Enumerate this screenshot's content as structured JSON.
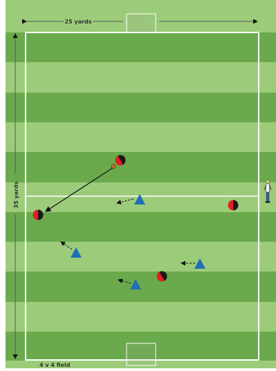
{
  "labels": {
    "width": "25 yards",
    "length": "35 yards",
    "caption": "4 v 4 field"
  },
  "colors": {
    "stripe_dark": "#6aaa4d",
    "stripe_light": "#9ccc7a",
    "line": "#ffffff",
    "red_player": "#e31e24",
    "blue_player": "#1f6fb5",
    "measure_line": "#555555",
    "caption_text": "#333333"
  },
  "icons": {
    "red_player": "red-circle-player",
    "blue_player": "blue-triangle-player",
    "ball": "soccer-ball",
    "goal": "goal-net",
    "coach": "coach-figure",
    "run_arrow": "dashed-arrow",
    "pass_arrow": "solid-arrow"
  }
}
